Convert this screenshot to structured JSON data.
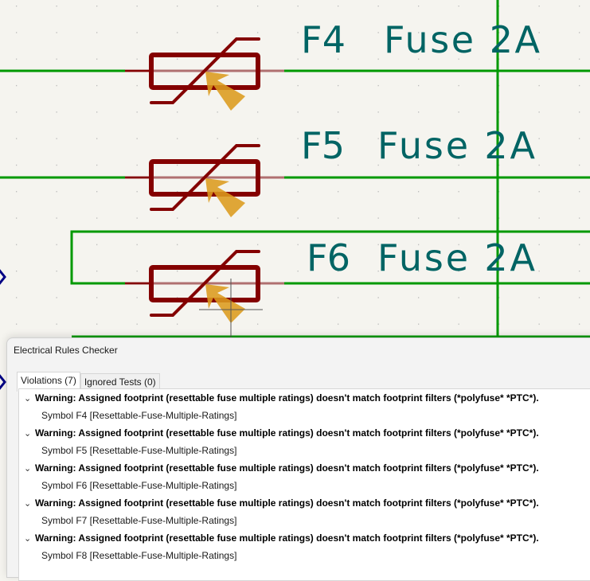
{
  "schematic": {
    "labels": [
      {
        "ref": "F4",
        "value": "Fuse 2A"
      },
      {
        "ref": "F5",
        "value": "Fuse 2A"
      },
      {
        "ref": "F6",
        "value": "Fuse 2A"
      }
    ],
    "colors": {
      "wire": "#009900",
      "symbol": "#840000",
      "text": "#006464",
      "marker": "#dc9b1e",
      "nc": "#000084"
    }
  },
  "dialog": {
    "title": "Electrical Rules Checker",
    "tabs": [
      {
        "label": "Violations (7)"
      },
      {
        "label": "Ignored Tests (0)"
      }
    ],
    "violations": [
      {
        "message": "Warning: Assigned footprint (resettable fuse multiple ratings) doesn't match footprint filters (*polyfuse* *PTC*).",
        "item": "Symbol F4 [Resettable-Fuse-Multiple-Ratings]"
      },
      {
        "message": "Warning: Assigned footprint (resettable fuse multiple ratings) doesn't match footprint filters (*polyfuse* *PTC*).",
        "item": "Symbol F5 [Resettable-Fuse-Multiple-Ratings]"
      },
      {
        "message": "Warning: Assigned footprint (resettable fuse multiple ratings) doesn't match footprint filters (*polyfuse* *PTC*).",
        "item": "Symbol F6 [Resettable-Fuse-Multiple-Ratings]"
      },
      {
        "message": "Warning: Assigned footprint (resettable fuse multiple ratings) doesn't match footprint filters (*polyfuse* *PTC*).",
        "item": "Symbol F7 [Resettable-Fuse-Multiple-Ratings]"
      },
      {
        "message": "Warning: Assigned footprint (resettable fuse multiple ratings) doesn't match footprint filters (*polyfuse* *PTC*).",
        "item": "Symbol F8 [Resettable-Fuse-Multiple-Ratings]"
      }
    ]
  }
}
